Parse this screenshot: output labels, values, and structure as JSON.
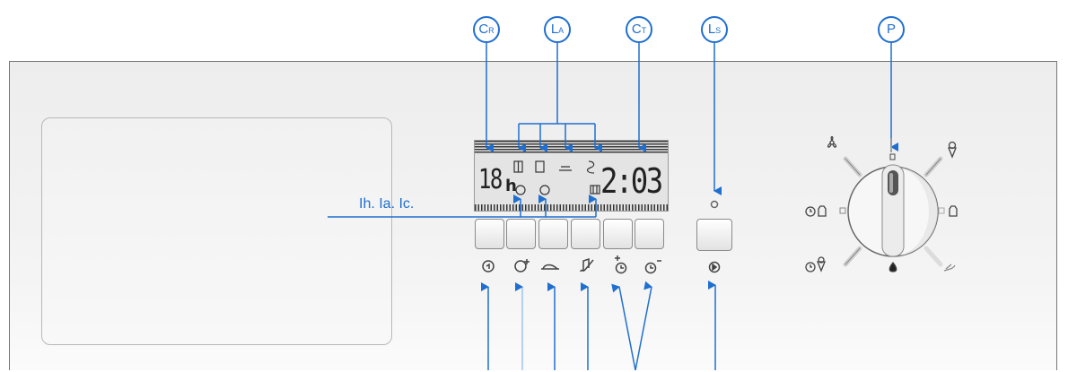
{
  "callouts": {
    "cr": {
      "main": "C",
      "sub": "R"
    },
    "la": {
      "main": "L",
      "sub": "A"
    },
    "ct": {
      "main": "C",
      "sub": "T"
    },
    "ls": {
      "main": "L",
      "sub": "S"
    },
    "p": {
      "main": "P",
      "sub": ""
    }
  },
  "lcd": {
    "hours": "18",
    "hours_unit": "h",
    "clock": "2:03"
  },
  "labels": {
    "info_fields": "Ih. Ia. Ic."
  },
  "colors": {
    "accent": "#1f6fd0",
    "panel": "#f0f0f0"
  },
  "icons": {
    "buttons": [
      "eco-cycle-icon",
      "eco-plus-icon",
      "iron-icon",
      "mute-note-icon",
      "timer-plus-icon",
      "timer-minus-icon"
    ],
    "start": "start-pause-icon",
    "dial": [
      "fan-icon",
      "timer-bottle-icon",
      "timer-cone-icon",
      "cone-icon",
      "bottle-icon",
      "drop-icon",
      "feather-icon"
    ]
  }
}
